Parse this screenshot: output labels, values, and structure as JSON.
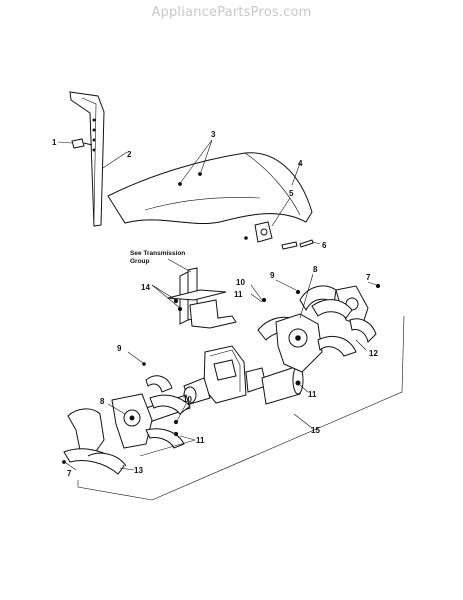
{
  "watermark": "AppliancePartsPros.com",
  "note": {
    "line1": "See Transmission",
    "line2": "Group"
  },
  "callouts": {
    "c1": "1",
    "c2": "2",
    "c3": "3",
    "c4": "4",
    "c5": "5",
    "c6": "6",
    "c7a": "7",
    "c7b": "7",
    "c8a": "8",
    "c8b": "8",
    "c9a": "9",
    "c9b": "9",
    "c10a": "10",
    "c10b": "10",
    "c11a": "11",
    "c11b": "11",
    "c11c": "11",
    "c12": "12",
    "c13": "13",
    "c14": "14",
    "c15": "15"
  }
}
